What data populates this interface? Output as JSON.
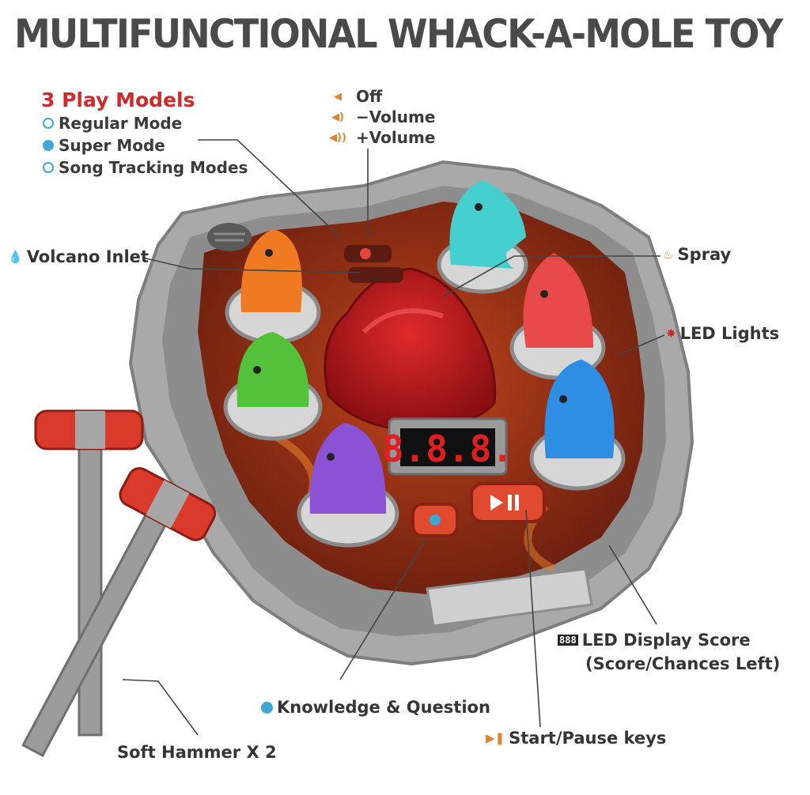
{
  "title": "MULTIFUNCTIONAL WHACK-A-MOLE TOY",
  "play_models": {
    "heading": "3 Play Models",
    "modes": [
      {
        "label": "Regular Mode",
        "icon": "magnifier-icon",
        "color": "#3fa7d6"
      },
      {
        "label": "Super Mode",
        "icon": "question-icon",
        "color": "#3fa7d6"
      },
      {
        "label": "Song Tracking Modes",
        "icon": "music-icon",
        "color": "#3fa7d6"
      }
    ]
  },
  "volume": {
    "items": [
      {
        "label": "Off",
        "icon": "speaker-off-icon"
      },
      {
        "label": "−Volume",
        "icon": "speaker-low-icon"
      },
      {
        "label": "+Volume",
        "icon": "speaker-high-icon"
      }
    ]
  },
  "callouts": {
    "volcano_inlet": "Volcano Inlet",
    "spray": "Spray",
    "led_lights": "LED Lights",
    "led_display_line1": "LED Display Score",
    "led_display_line2": "(Score/Chances Left)",
    "knowledge": "Knowledge & Question",
    "start_pause": "Start/Pause keys",
    "soft_hammer": "Soft Hammer X 2"
  },
  "display": {
    "digits": "8.8.8."
  },
  "colors": {
    "accent_red": "#cf2a2a",
    "icon_orange": "#e0832c",
    "icon_blue": "#3fa7d6"
  }
}
